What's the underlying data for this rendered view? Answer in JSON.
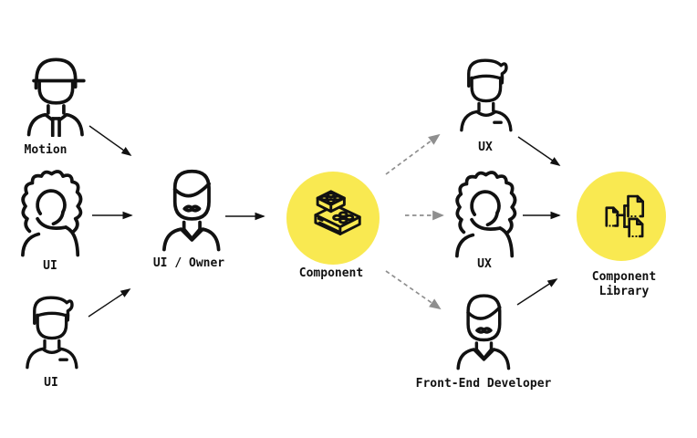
{
  "diagram": {
    "nodes": {
      "motion": {
        "label": "Motion",
        "icon": "person-cap-tie-icon"
      },
      "ui_a": {
        "label": "UI",
        "icon": "person-curly-hair-icon"
      },
      "ui_b": {
        "label": "UI",
        "icon": "person-short-hair-icon"
      },
      "owner": {
        "label": "UI / Owner",
        "icon": "person-mustache-icon"
      },
      "component": {
        "label": "Component",
        "icon": "lego-bricks-icon"
      },
      "ux_a": {
        "label": "UX",
        "icon": "person-short-hair-icon"
      },
      "ux_b": {
        "label": "UX",
        "icon": "person-curly-hair-icon"
      },
      "fed": {
        "label": "Front-End Developer",
        "icon": "person-mustache-icon"
      },
      "library": {
        "label_line1": "Component",
        "label_line2": "Library",
        "icon": "document-tree-icon"
      }
    },
    "edges": {
      "solid": [
        "motion->owner",
        "ui_a->owner",
        "ui_b->owner",
        "owner->component",
        "ux_a->library",
        "ux_b->library",
        "fed->library"
      ],
      "dashed": [
        "component->ux_a",
        "component->ux_b",
        "component->fed"
      ]
    },
    "colors": {
      "highlight_circle": "#F9E951",
      "stroke": "#111111",
      "dashed_arrow": "#8F8F8F",
      "background": "#FFFFFF"
    }
  }
}
